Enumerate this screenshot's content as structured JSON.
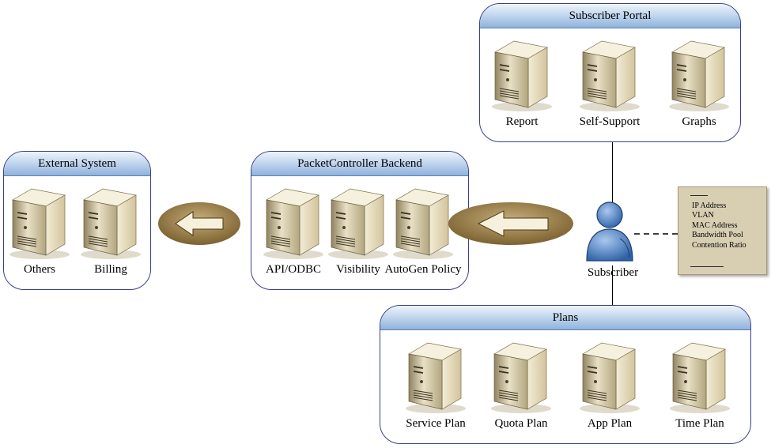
{
  "groups": {
    "subscriber_portal": {
      "title": "Subscriber Portal",
      "servers": [
        {
          "label": "Report"
        },
        {
          "label": "Self-Support"
        },
        {
          "label": "Graphs"
        }
      ]
    },
    "external_system": {
      "title": "External System",
      "servers": [
        {
          "label": "Others"
        },
        {
          "label": "Billing"
        }
      ]
    },
    "backend": {
      "title": "PacketController Backend",
      "servers": [
        {
          "label": "API/ODBC"
        },
        {
          "label": "Visibility"
        },
        {
          "label": "AutoGen Policy"
        }
      ]
    },
    "plans": {
      "title": "Plans",
      "servers": [
        {
          "label": "Service Plan"
        },
        {
          "label": "Quota Plan"
        },
        {
          "label": "App Plan"
        },
        {
          "label": "Time Plan"
        }
      ]
    }
  },
  "subscriber": {
    "label": "Subscriber",
    "attributes": [
      "IP Address",
      "VLAN",
      "MAC Address",
      "Bandwidth Pool",
      "Contention Ratio"
    ]
  },
  "icons": {
    "server": "server-tower-icon",
    "person": "user-icon",
    "arrow": "left-arrow-icon"
  },
  "colors": {
    "header_blue": "#8fb2dc",
    "border": "#3a3f8f",
    "arrow_fill": "#8a6f3a",
    "server_body": "#e6dcc0",
    "note_fill": "#d8cfb3",
    "person_blue": "#4a7fc1"
  }
}
